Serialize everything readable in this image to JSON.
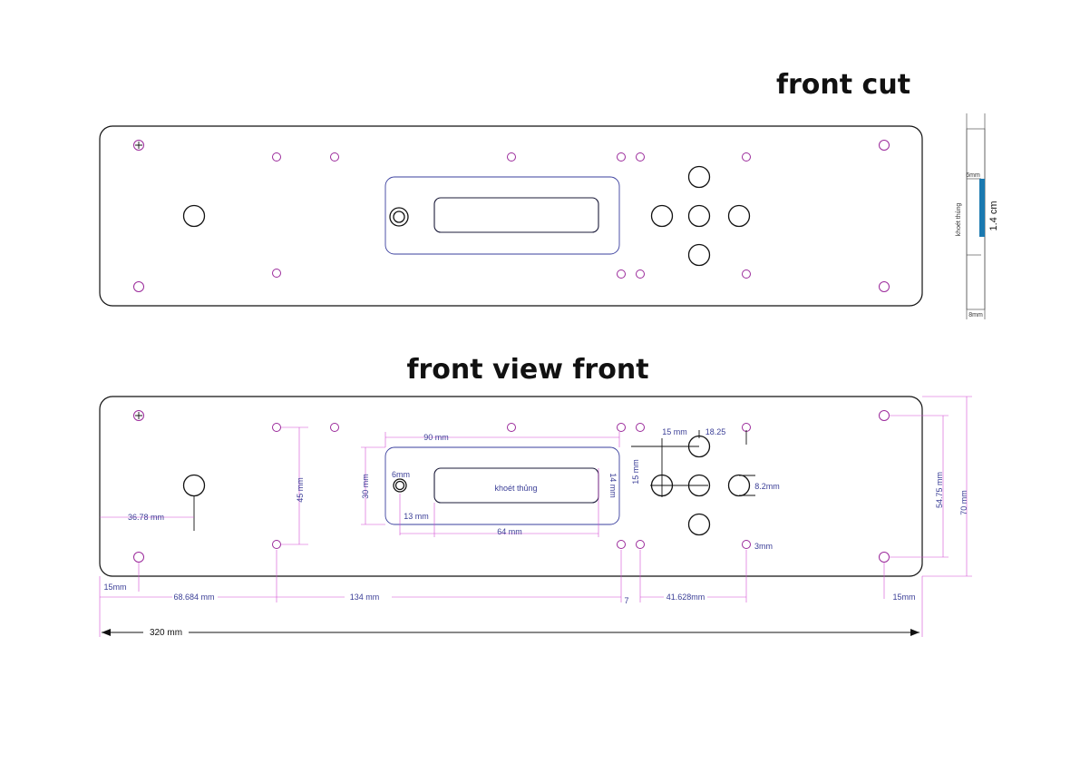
{
  "titles": {
    "front_cut": "front cut",
    "front_view": "front view front"
  },
  "side_view": {
    "top_label": "6mm",
    "cutout_label": "khoét thủng",
    "height_label": "1.4 cm",
    "bottom_label": "8mm",
    "cutout_color": "#1a79b0"
  },
  "front_view": {
    "lcd_label": "khoét thủng"
  },
  "dimensions": {
    "frame_width": "90 mm",
    "frame_height": "30 mm",
    "knob_diameter": "6mm",
    "lcd_height": "14 mm",
    "knob_offset": "13 mm",
    "lcd_width": "64 mm",
    "hole_spacing_v": "45 mm",
    "button_spacing_x": "15 mm",
    "button_spacing_y": "15 mm",
    "button_offset": "18.25",
    "button_diameter": "8.2mm",
    "left_button_x": "36.78 mm",
    "height_inner": "54.75 mm",
    "height_total": "70 mm",
    "small_hole": "3mm",
    "left_margin": "15mm",
    "first_hole_x": "68.684 mm",
    "hole_spacing_h": "134 mm",
    "gap": "7",
    "right_group": "41.628mm",
    "right_margin": "15mm",
    "total_width": "320 mm"
  },
  "colors": {
    "outline": "#111111",
    "hole": "#9b2a9b",
    "frame": "#3a3f9e",
    "dimension_line": "#d24fd2",
    "dimension_text": "#3b3f97"
  }
}
